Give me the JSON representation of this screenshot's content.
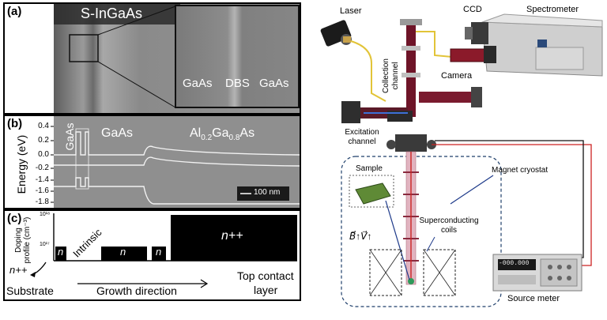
{
  "left": {
    "panel_a": {
      "label": "(a)",
      "title": "S-InGaAs",
      "inset_labels": [
        "GaAs",
        "DBS",
        "GaAs"
      ]
    },
    "panel_b": {
      "label": "(b)",
      "ylabel": "Energy (eV)",
      "yticks": [
        "0.4",
        "0.2",
        "0.0",
        "-0.2",
        "-1.4",
        "-1.6",
        "-1.8"
      ],
      "gaas_rotated": "GaAs",
      "gaas": "GaAs",
      "algaas_prefix": "Al",
      "algaas_sub1": "0.2",
      "algaas_mid": "Ga",
      "algaas_sub2": "0.8",
      "algaas_suffix": "As",
      "scalebar": "100 nm"
    },
    "panel_c": {
      "label": "(c)",
      "ylabel_line1": "Doping",
      "ylabel_line2": "profile",
      "ylabel_unit": "(cm⁻³)",
      "tick_top": "10¹⁸",
      "tick_bottom": "10¹⁷",
      "region_intrinsic": "Intrinsic",
      "region_n1": "n",
      "region_n2": "n",
      "region_n3": "n",
      "region_npp": "n++",
      "substrate_top": "n++",
      "substrate": "Substrate",
      "growth": "Growth direction",
      "top_contact_1": "Top contact",
      "top_contact_2": "layer"
    }
  },
  "right": {
    "laser": "Laser",
    "ccd": "CCD",
    "spectrometer": "Spectrometer",
    "collection_1": "Collection",
    "collection_2": "channel",
    "camera": "Camera",
    "excitation_1": "Excitation",
    "excitation_2": "channel",
    "sample": "Sample",
    "magnet": "Magnet cryostat",
    "superconducting_1": "Superconducting",
    "superconducting_2": "coils",
    "bv": "B⃗↑V⃗↑",
    "meter_display": "-000.000",
    "source_meter": "Source meter"
  }
}
